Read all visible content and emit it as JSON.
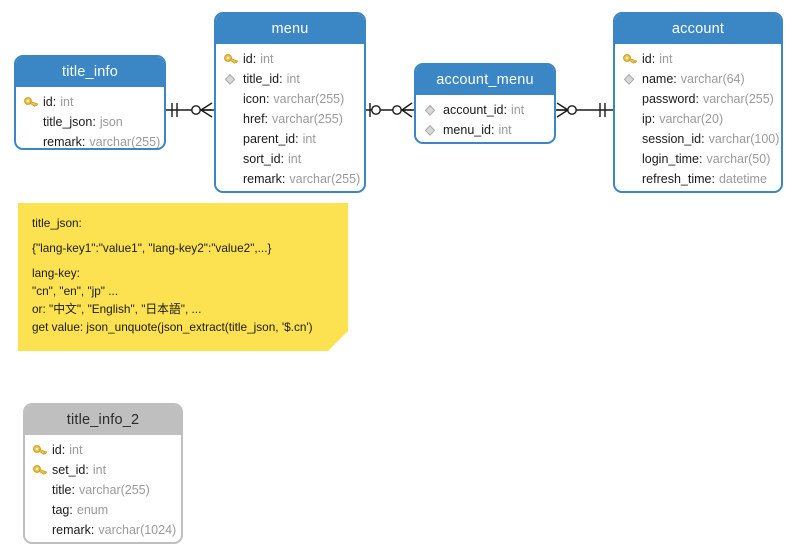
{
  "diagram": {
    "type": "entity-relationship-diagram",
    "background_color": "#ffffff",
    "header_color": "#3b86c4",
    "header_color_secondary": "#bfbfbf",
    "note_color": "#fce250",
    "pk_icon": "key-icon",
    "fk_icon": "diamond-icon"
  },
  "entities": [
    {
      "id": "title_info",
      "name": "title_info",
      "style": "blue",
      "attributes": [
        {
          "icon": "key-icon",
          "name": "id",
          "type": "int"
        },
        {
          "icon": "none",
          "name": "title_json",
          "type": "json"
        },
        {
          "icon": "none",
          "name": "remark",
          "type": "varchar(255)"
        }
      ]
    },
    {
      "id": "menu",
      "name": "menu",
      "style": "blue",
      "attributes": [
        {
          "icon": "key-icon",
          "name": "id",
          "type": "int"
        },
        {
          "icon": "diamond-icon",
          "name": "title_id",
          "type": "int"
        },
        {
          "icon": "none",
          "name": "icon",
          "type": "varchar(255)"
        },
        {
          "icon": "none",
          "name": "href",
          "type": "varchar(255)"
        },
        {
          "icon": "none",
          "name": "parent_id",
          "type": "int"
        },
        {
          "icon": "none",
          "name": "sort_id",
          "type": "int"
        },
        {
          "icon": "none",
          "name": "remark",
          "type": "varchar(255)"
        }
      ]
    },
    {
      "id": "account_menu",
      "name": "account_menu",
      "style": "blue",
      "attributes": [
        {
          "icon": "diamond-icon",
          "name": "account_id",
          "type": "int"
        },
        {
          "icon": "diamond-icon",
          "name": "menu_id",
          "type": "int"
        }
      ]
    },
    {
      "id": "account",
      "name": "account",
      "style": "blue",
      "attributes": [
        {
          "icon": "key-icon",
          "name": "id",
          "type": "int"
        },
        {
          "icon": "diamond-icon",
          "name": "name",
          "type": "varchar(64)"
        },
        {
          "icon": "none",
          "name": "password",
          "type": "varchar(255)"
        },
        {
          "icon": "none",
          "name": "ip",
          "type": "varchar(20)"
        },
        {
          "icon": "none",
          "name": "session_id",
          "type": "varchar(100)"
        },
        {
          "icon": "none",
          "name": "login_time",
          "type": "varchar(50)"
        },
        {
          "icon": "none",
          "name": "refresh_time",
          "type": "datetime"
        }
      ]
    },
    {
      "id": "title_info_2",
      "name": "title_info_2",
      "style": "gray",
      "attributes": [
        {
          "icon": "key-icon",
          "name": "id",
          "type": "int"
        },
        {
          "icon": "key-icon",
          "name": "set_id",
          "type": "int"
        },
        {
          "icon": "none",
          "name": "title",
          "type": "varchar(255)"
        },
        {
          "icon": "none",
          "name": "tag",
          "type": "enum"
        },
        {
          "icon": "none",
          "name": "remark",
          "type": "varchar(1024)"
        }
      ]
    }
  ],
  "relationships": [
    {
      "id": "rel-title_info-menu",
      "from": "title_info",
      "to": "menu",
      "from_cardinality": "exactly-one",
      "to_cardinality": "zero-or-many"
    },
    {
      "id": "rel-menu-account_menu",
      "from": "menu",
      "to": "account_menu",
      "from_cardinality": "zero-or-one",
      "to_cardinality": "zero-or-many"
    },
    {
      "id": "rel-account_menu-account",
      "from": "account_menu",
      "to": "account",
      "from_cardinality": "zero-or-many",
      "to_cardinality": "exactly-one"
    }
  ],
  "note": {
    "id": "note-title_json",
    "lines": [
      "title_json:",
      "{\"lang-key1\":\"value1\", \"lang-key2\":\"value2\",...}",
      "lang-key:",
      "\"cn\", \"en\", \"jp\" ...",
      "or: \"中文\", \"English\", \"日本語\", ...",
      "get value: json_unquote(json_extract(title_json, '$.cn')"
    ]
  }
}
